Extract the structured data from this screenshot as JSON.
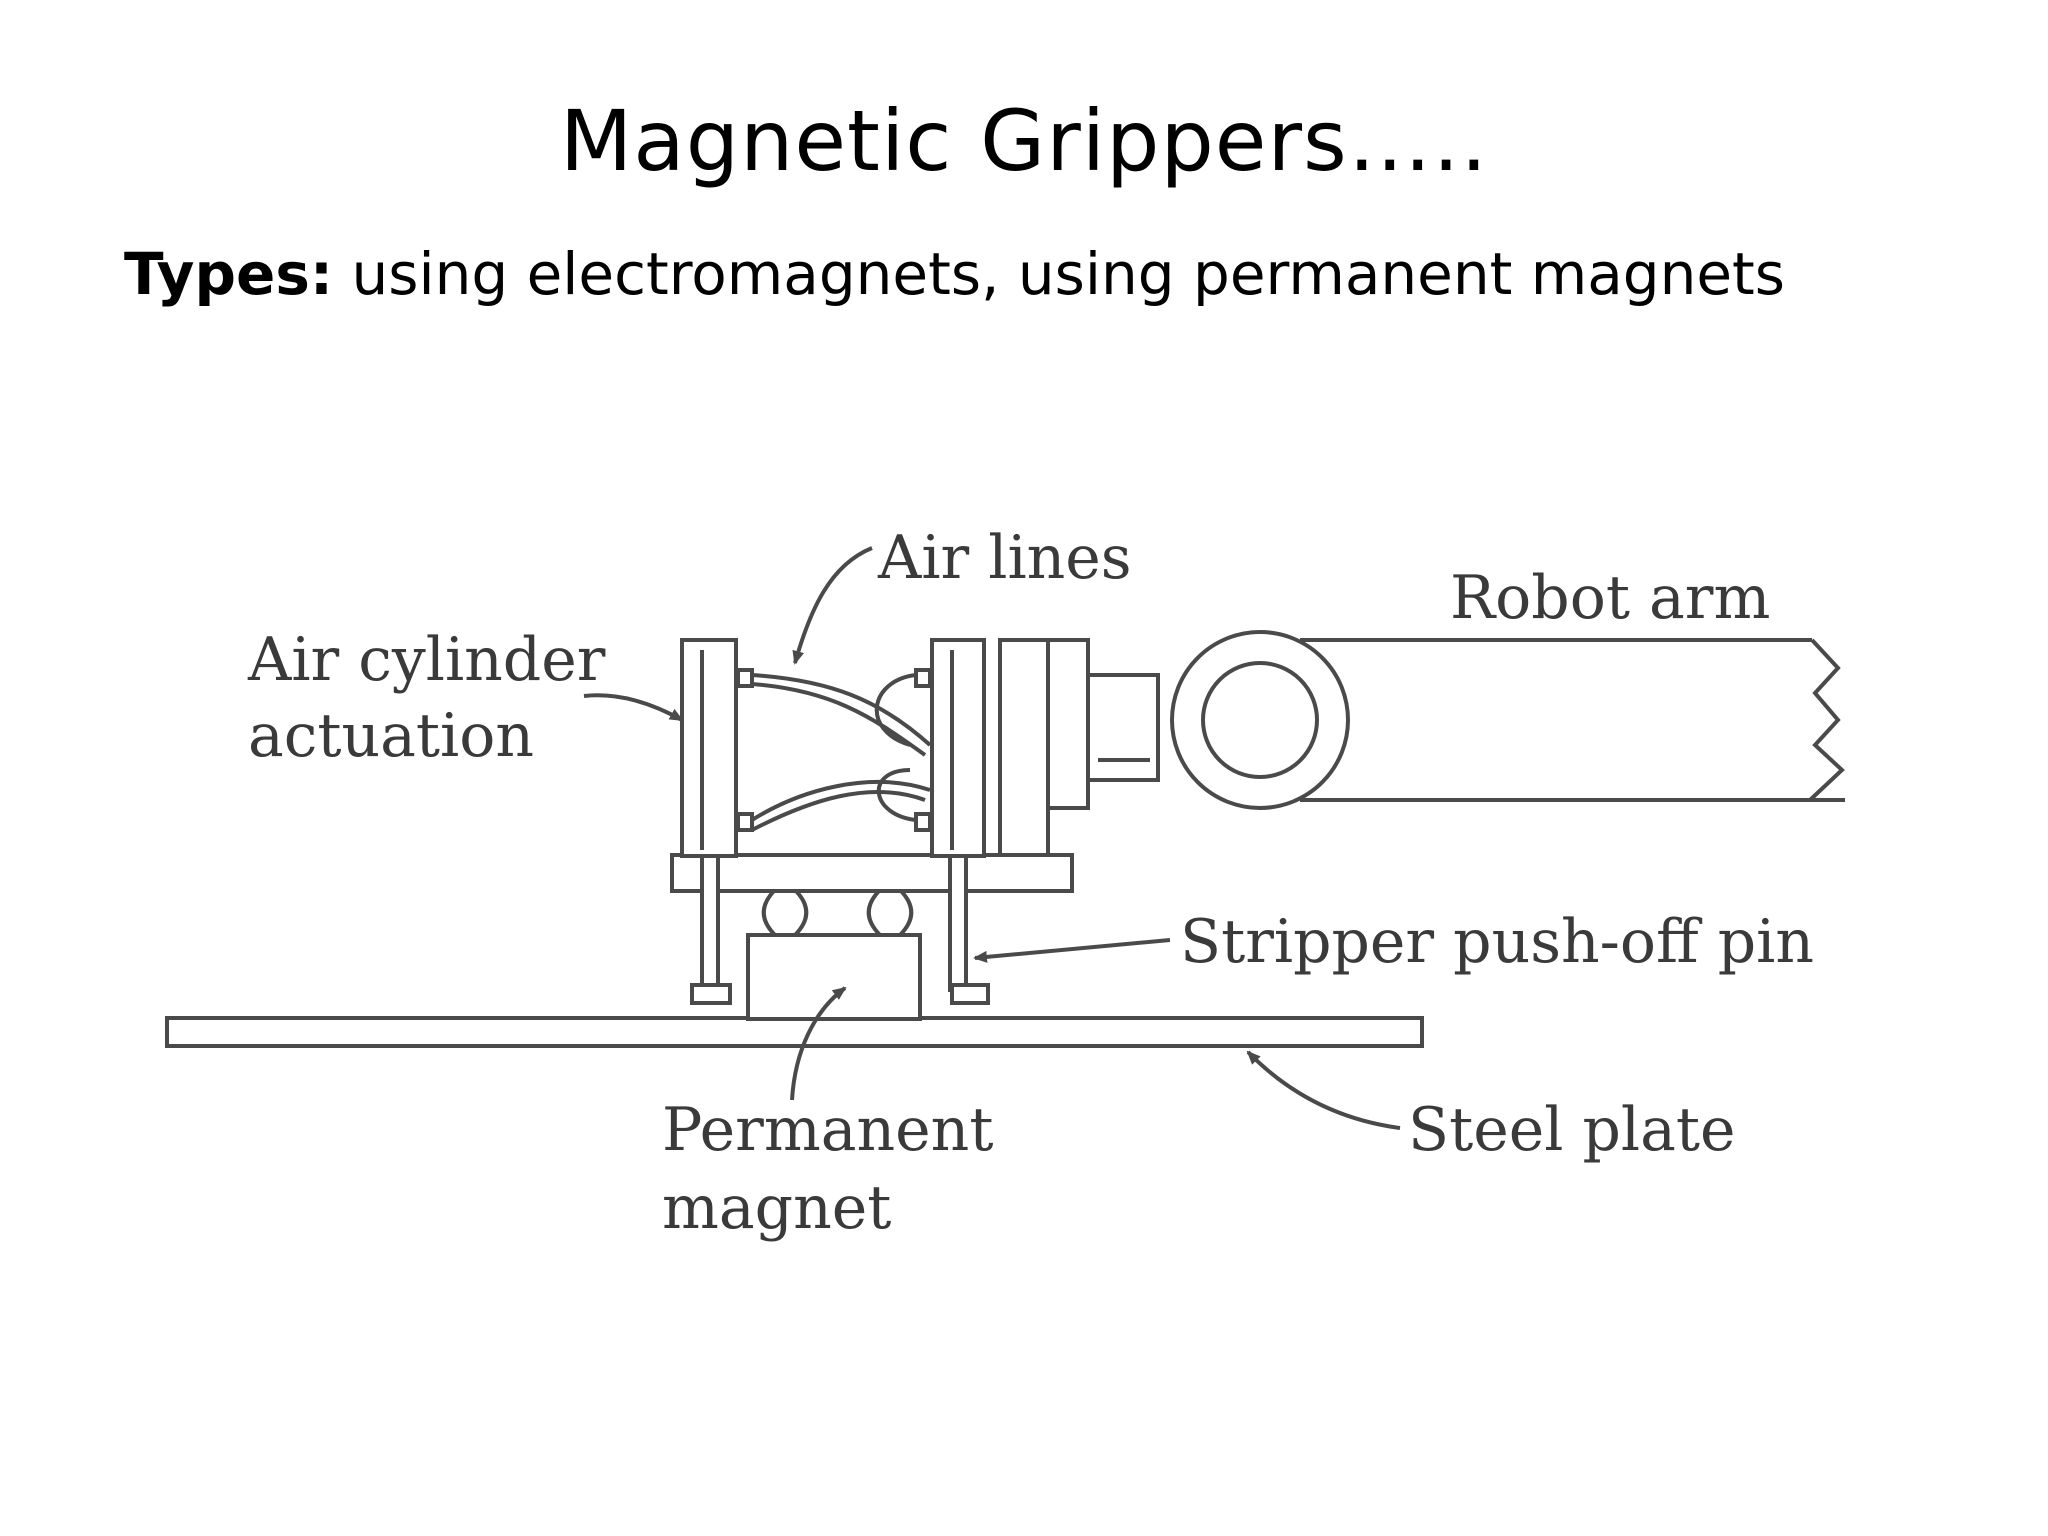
{
  "slide": {
    "title": "Magnetic Grippers…..",
    "types_label": "Types:",
    "types_text": " using electromagnets, using permanent magnets"
  },
  "diagram": {
    "labels": {
      "air_lines": "Air lines",
      "robot_arm": "Robot arm",
      "air_cylinder_line1": "Air cylinder",
      "air_cylinder_line2": "actuation",
      "stripper_pin": "Stripper push-off pin",
      "permanent_magnet_line1": "Permanent",
      "permanent_magnet_line2": "magnet",
      "steel_plate": "Steel plate"
    }
  }
}
